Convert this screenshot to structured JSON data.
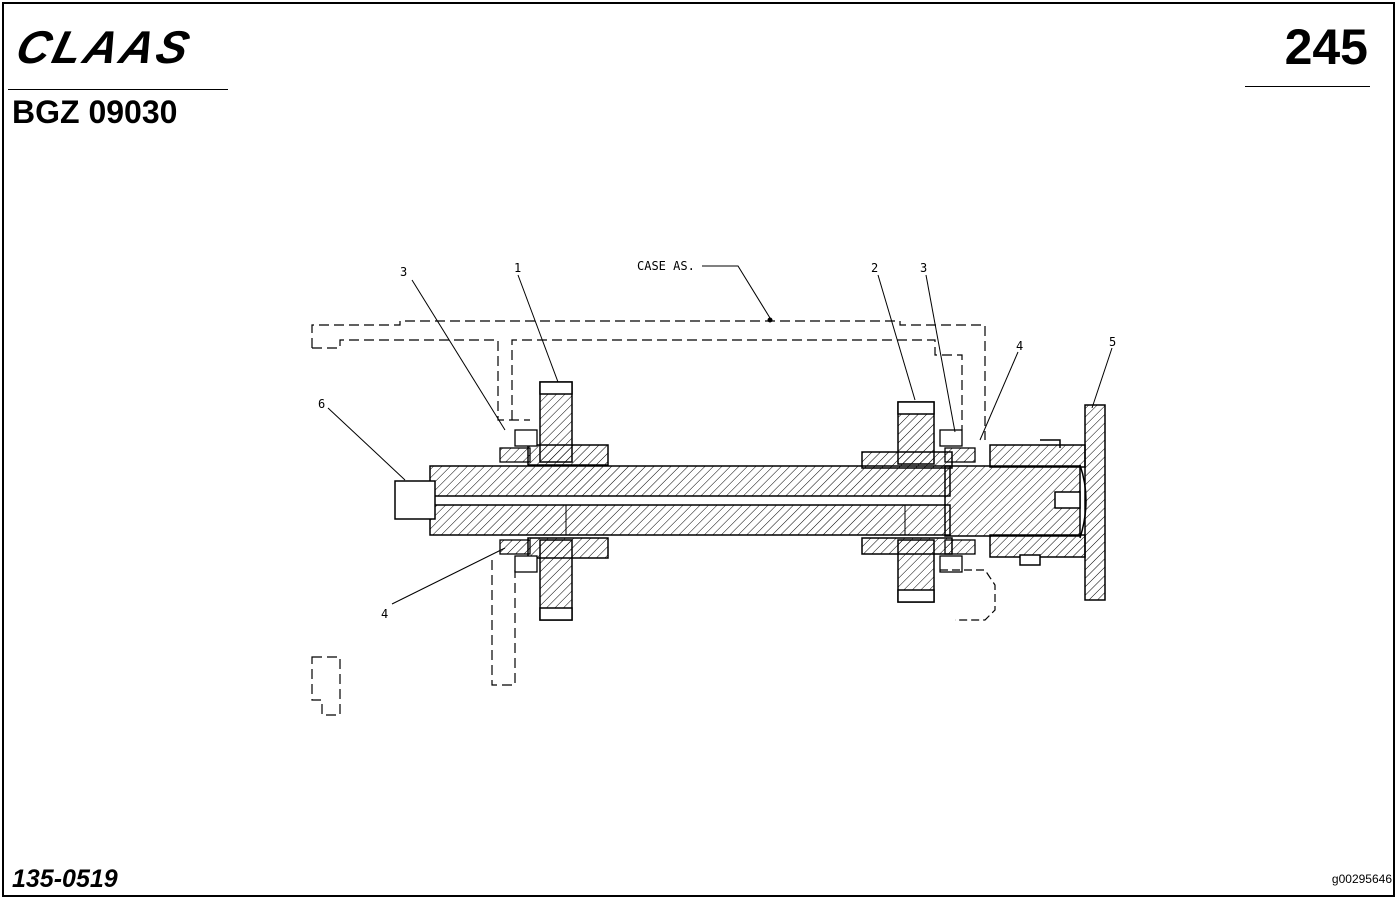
{
  "header": {
    "brand": "CLAAS",
    "doc_code": "BGZ 09030",
    "page_number": "245"
  },
  "footer": {
    "ref_left": "135-0519",
    "ref_right": "g00295646"
  },
  "diagram": {
    "case_label": "CASE AS.",
    "callouts": [
      "1",
      "2",
      "3",
      "3",
      "4",
      "4",
      "5",
      "6"
    ]
  }
}
